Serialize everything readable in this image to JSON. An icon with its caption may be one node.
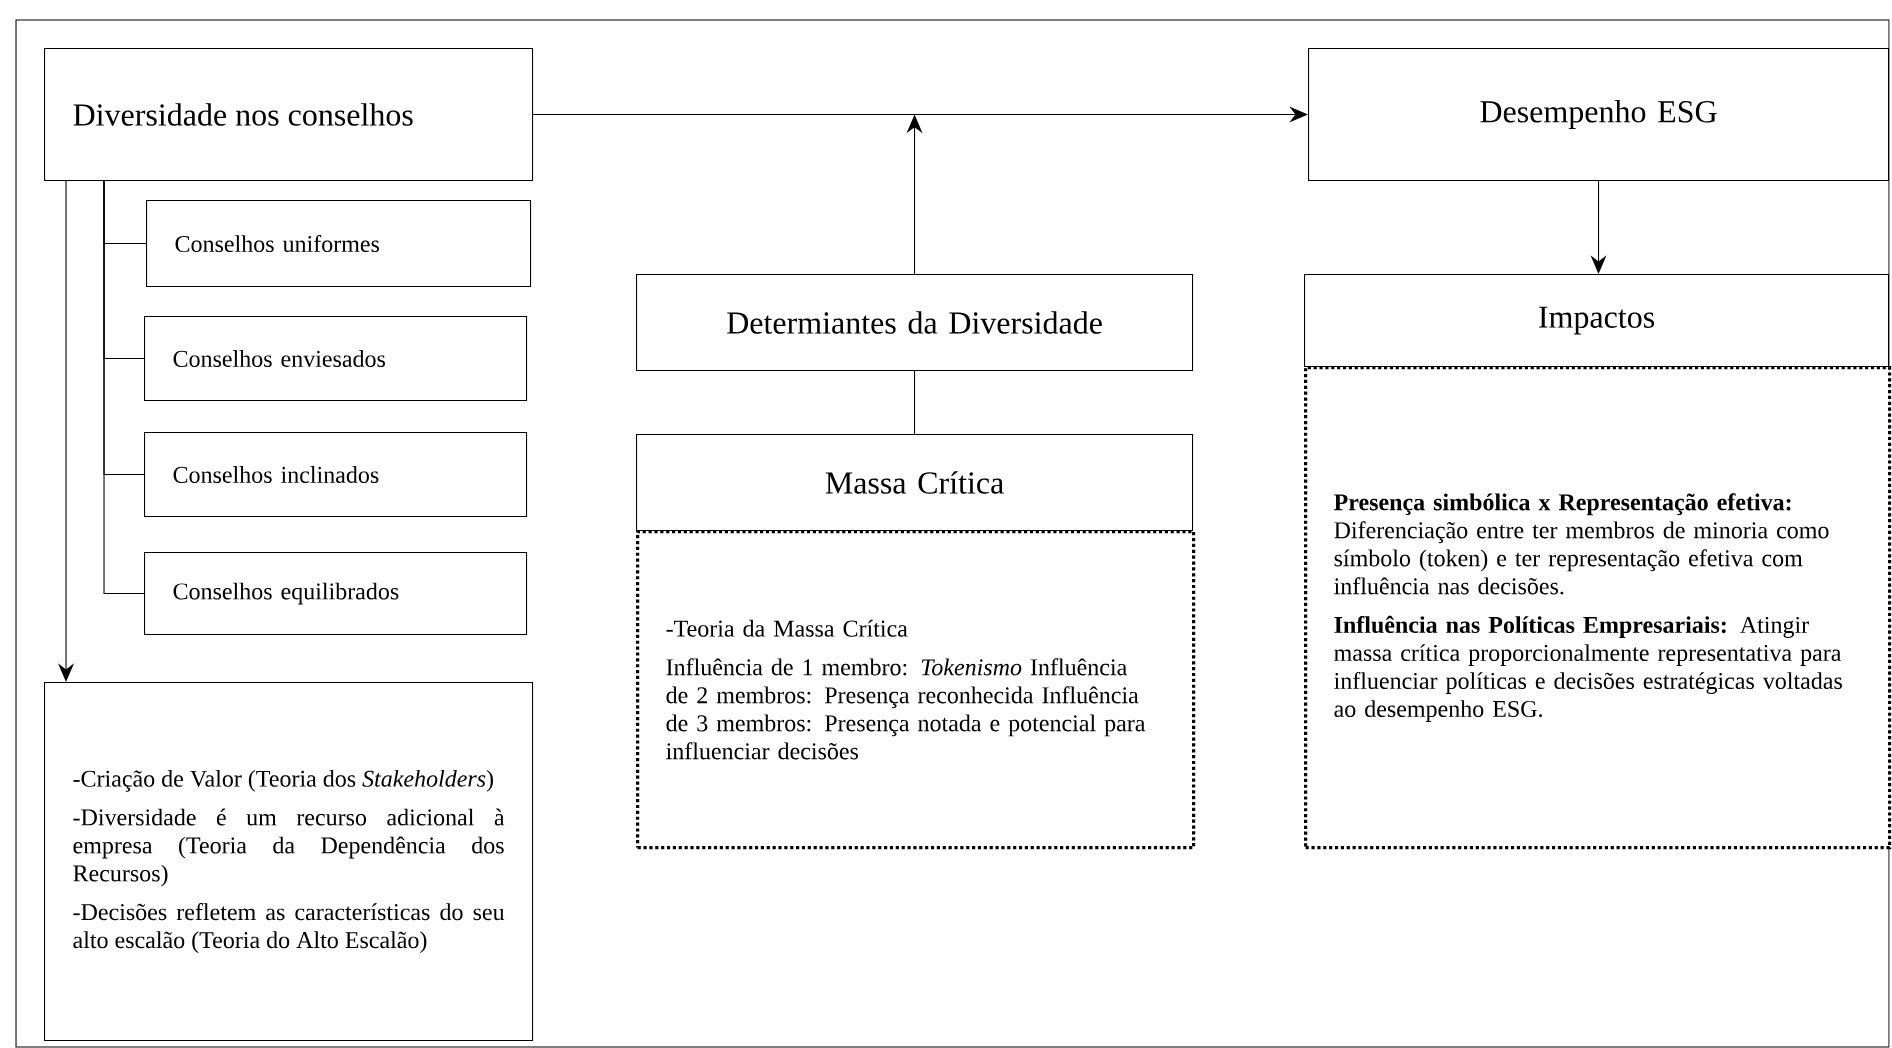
{
  "diagram": {
    "nodes": [
      {
        "text": [
          "Diversidade nos conselhos"
        ]
      },
      {
        "text": [
          "Conselhos uniformes"
        ]
      },
      {
        "text": [
          "Conselhos enviesados"
        ]
      },
      {
        "text": [
          "Conselhos inclinados"
        ]
      },
      {
        "text": [
          "Conselhos equilibrados"
        ]
      },
      {
        "text": [
          "-Criação de Valor (Teoria dos *Stakeholders*)",
          "-Diversidade é um recurso adicional à empresa (Teoria da Dependência dos Recursos)",
          "-Decisões refletem as características do seu alto escalão (Teoria do Alto Escalão)"
        ]
      },
      {
        "text": [
          "Desempenho ESG"
        ]
      },
      {
        "text": [
          "Determiantes da Diversidade"
        ]
      },
      {
        "text": [
          "Massa Crítica"
        ]
      },
      {
        "text": [
          "-Teoria da Massa Crítica",
          "Influência de 1 membro: *Tokenismo* Influência de 2 membros: Presença reconhecida Influência de 3 membros: Presença notada e potencial para influenciar decisões"
        ]
      },
      {
        "text": [
          "Impactos"
        ]
      },
      {
        "text": [
          "**Presença simbólica x  Representação efetiva:** Diferenciação entre ter membros de minoria como símbolo (token) e ter representação efetiva com influência nas decisões.",
          "**Influência nas Políticas Empresariais:** Atingir massa crítica proporcionalmente representativa para influenciar políticas e decisões estratégicas voltadas ao desempenho ESG."
        ]
      }
    ],
    "edges": [
      {
        "from": 0,
        "to": 6,
        "arrow": "to"
      },
      {
        "from": 7,
        "to": null,
        "arrow": "to"
      },
      {
        "from": 6,
        "to": 10,
        "arrow": "to"
      },
      {
        "from": 7,
        "to": 8,
        "arrow": "none"
      },
      {
        "from": 0,
        "to": 5,
        "arrow": "to"
      },
      {
        "from": 0,
        "to": 1,
        "arrow": "none"
      },
      {
        "from": 0,
        "to": 2,
        "arrow": "none"
      },
      {
        "from": 0,
        "to": 3,
        "arrow": "none"
      },
      {
        "from": 0,
        "to": 4,
        "arrow": "none"
      }
    ]
  }
}
